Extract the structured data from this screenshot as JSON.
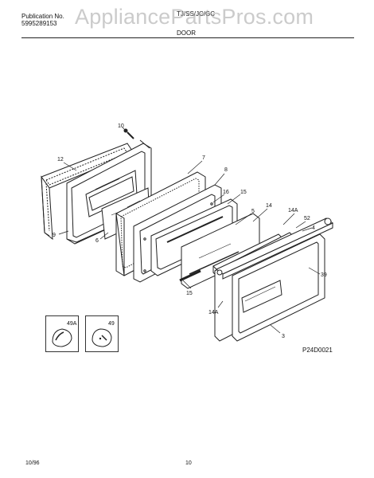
{
  "header": {
    "publication_label": "Publication No.",
    "publication_number": "5995289153",
    "model": "TJ/SS/JC/GC",
    "section": "DOOR",
    "watermark": "AppliancePartsPros.com"
  },
  "callouts": {
    "p10": "10",
    "p12": "12",
    "p7": "7",
    "p8": "8",
    "p9": "9",
    "p6": "6",
    "p16": "16",
    "p15a": "15",
    "p5": "5",
    "p14": "14",
    "p14A_top": "14A",
    "p52": "52",
    "p4": "4",
    "p39": "39",
    "p15b": "15",
    "p14A_bot": "14A",
    "p3": "3",
    "p49A": "49A",
    "p49": "49"
  },
  "diagram_code": "P24D0021",
  "footer": {
    "date": "10/96",
    "page": "10"
  }
}
